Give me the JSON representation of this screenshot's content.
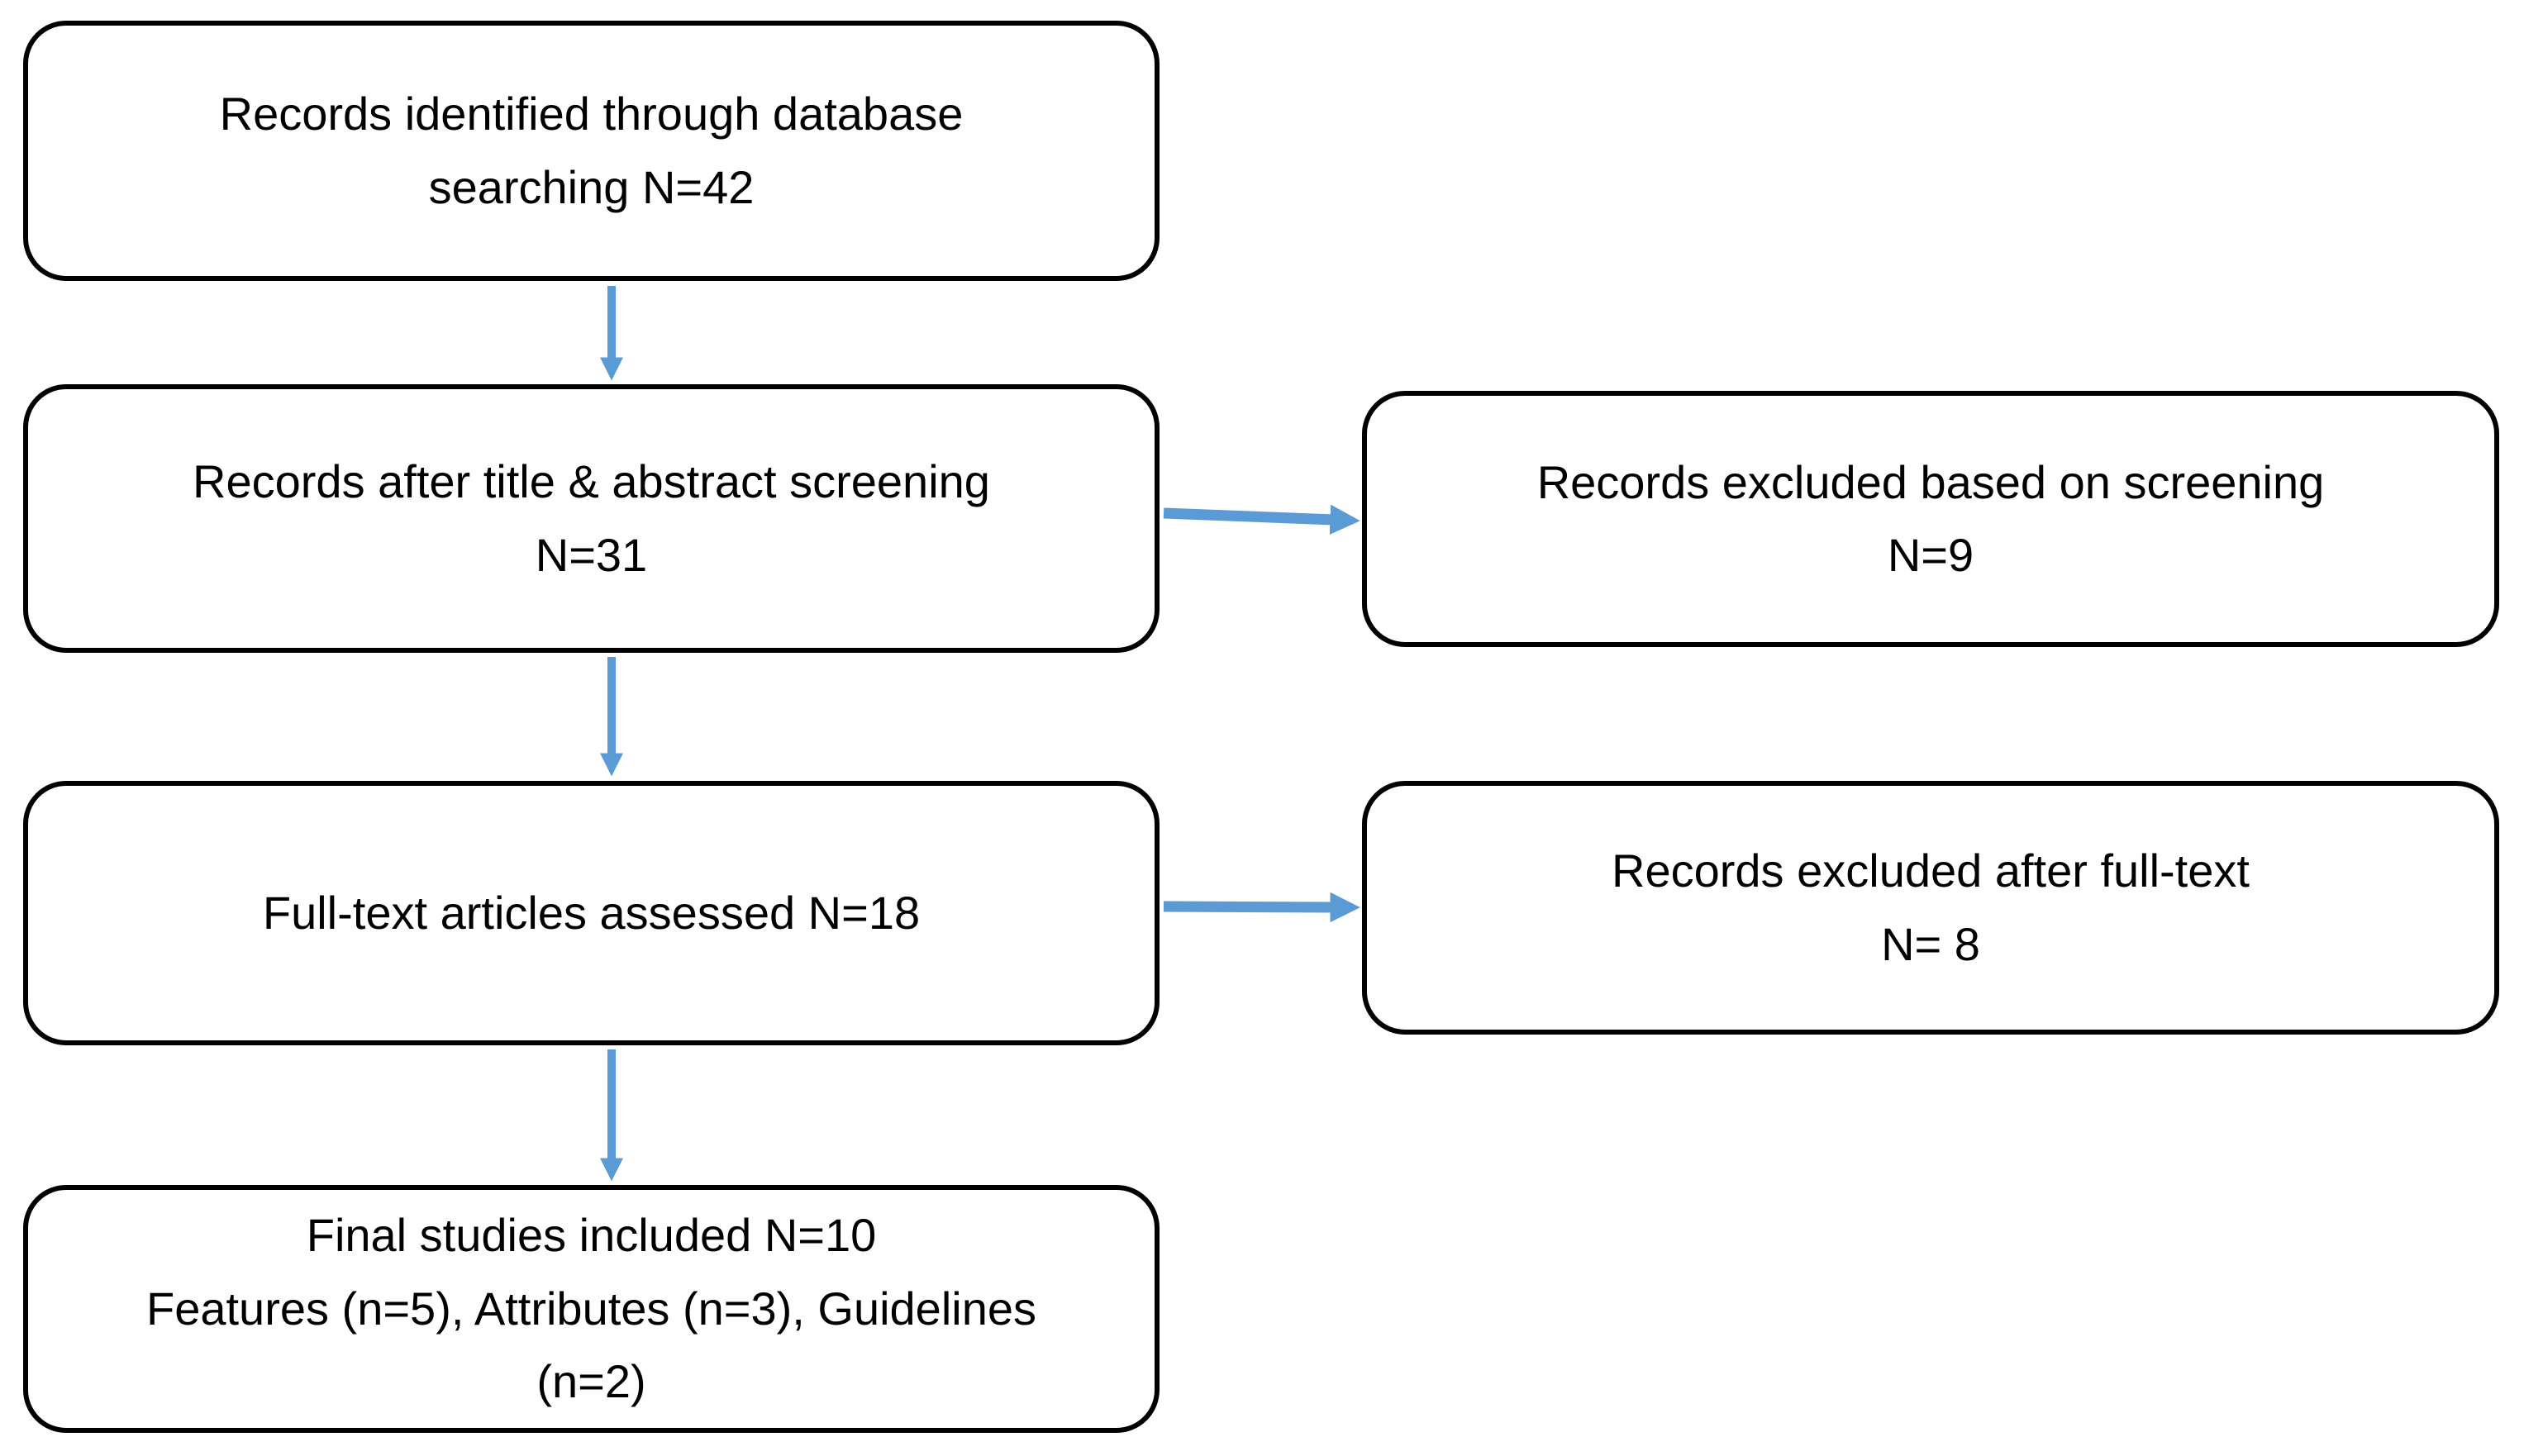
{
  "diagram": {
    "type": "flowchart",
    "background_color": "#ffffff",
    "box_border_color": "#000000",
    "text_color": "#000000",
    "arrow_color": "#5B9BD5",
    "boxes": [
      {
        "id": "records-identified",
        "text": "Records identified through database\nsearching N=42",
        "n": 42
      },
      {
        "id": "records-screened",
        "text": "Records after title & abstract screening\nN=31",
        "n": 31
      },
      {
        "id": "excluded-screening",
        "text": "Records excluded based on screening\nN=9",
        "n": 9
      },
      {
        "id": "fulltext-assessed",
        "text": "Full-text articles assessed N=18",
        "n": 18
      },
      {
        "id": "excluded-fulltext",
        "text": "Records excluded after full-text\nN= 8",
        "n": 8
      },
      {
        "id": "final-included",
        "text": "Final studies included N=10\nFeatures (n=5), Attributes (n=3), Guidelines\n(n=2)",
        "n": 10
      }
    ],
    "arrows": [
      {
        "from": "records-identified",
        "to": "records-screened",
        "direction": "down"
      },
      {
        "from": "records-screened",
        "to": "excluded-screening",
        "direction": "right"
      },
      {
        "from": "records-screened",
        "to": "fulltext-assessed",
        "direction": "down"
      },
      {
        "from": "fulltext-assessed",
        "to": "excluded-fulltext",
        "direction": "right"
      },
      {
        "from": "fulltext-assessed",
        "to": "final-included",
        "direction": "down"
      }
    ]
  }
}
